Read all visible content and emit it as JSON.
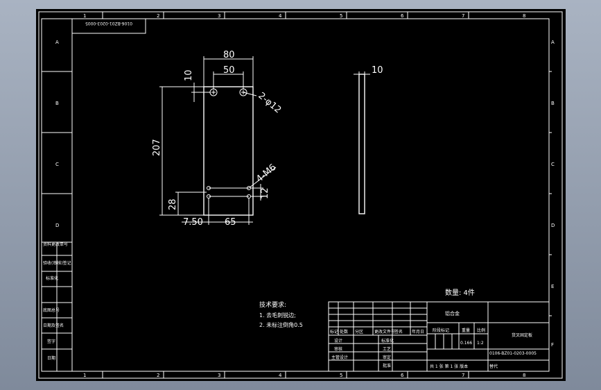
{
  "drawing_number_rotated": "0106-BZ01-0203-0005",
  "border_columns": [
    "1",
    "2",
    "3",
    "4",
    "5",
    "6",
    "7",
    "8"
  ],
  "border_rows": [
    "A",
    "B",
    "C",
    "D",
    "E",
    "F"
  ],
  "front_view": {
    "width": "80",
    "hole_spacing": "50",
    "top_offset": "10",
    "holes_top": "2-φ12",
    "height": "207",
    "bottom_offset": "28",
    "holes_bottom": "4-M6",
    "bottom_hole_gap": "12",
    "left_offset": "7.50",
    "bottom_spacing": "65"
  },
  "side_view": {
    "thickness": "10"
  },
  "left_block_labels": [
    "资料更改单号",
    "验收(审核)签记",
    "标准化",
    "底图总号",
    "日期及签名",
    "签字",
    "日期"
  ],
  "quantity_note": "数量: 4件",
  "tech_requirements": {
    "title": "技术要求:",
    "items": [
      "1. 去毛刺锐边;",
      "2. 未标注倒角0.5"
    ]
  },
  "title_block": {
    "material": "铝合金",
    "scale_header": [
      "阶段标记",
      "重量",
      "比例"
    ],
    "weight": "0.166",
    "scale": "1:2",
    "part_name": "货叉固定板",
    "drawing_number": "0106-BZ01-0203-0005",
    "revision_headers": [
      "标记",
      "处数",
      "分区",
      "更改文件号",
      "签名",
      "年月日"
    ],
    "roles": [
      "设计",
      "审核",
      "主管设计"
    ],
    "roles_mid": [
      "标准化",
      "工艺",
      "审定",
      "批准"
    ],
    "sheet_info": "共 1 张  第 1 张  版本",
    "replace": "替代"
  }
}
